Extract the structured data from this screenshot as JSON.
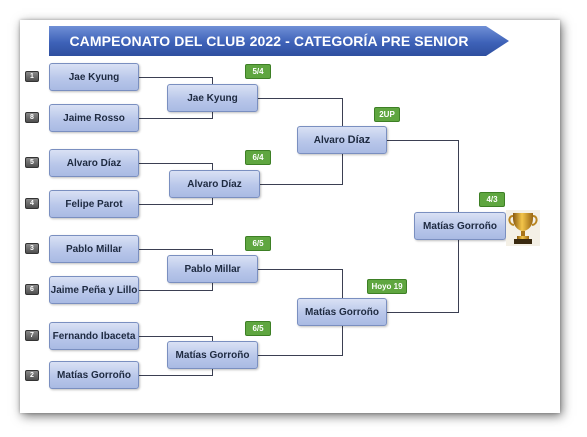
{
  "title": "CAMPEONATO DEL CLUB 2022 - CATEGORÍA PRE SENIOR",
  "round1": [
    {
      "seed": "1",
      "name": "Jae Kyung"
    },
    {
      "seed": "8",
      "name": "Jaime Rosso"
    },
    {
      "seed": "5",
      "name": "Alvaro Díaz"
    },
    {
      "seed": "4",
      "name": "Felipe Parot"
    },
    {
      "seed": "3",
      "name": "Pablo Millar"
    },
    {
      "seed": "6",
      "name": "Jaime Peña y Lillo"
    },
    {
      "seed": "7",
      "name": "Fernando Ibaceta"
    },
    {
      "seed": "2",
      "name": "Matías Gorroño"
    }
  ],
  "quarterfinals": [
    {
      "name": "Jae Kyung",
      "score": "5/4"
    },
    {
      "name": "Alvaro Díaz",
      "score": "6/4"
    },
    {
      "name": "Pablo Millar",
      "score": "6/5"
    },
    {
      "name": "Matías Gorroño",
      "score": "6/5"
    }
  ],
  "semifinals": [
    {
      "name_first": "Alvaro ",
      "name_last": "Díaz",
      "score": "2UP"
    },
    {
      "name": "Matías Gorroño",
      "score": "Hoyo 19"
    }
  ],
  "final": {
    "name": "Matías Gorroño",
    "score": "4/3"
  },
  "icons": {
    "trophy": "trophy-icon"
  },
  "colors": {
    "banner": "#3e62b8",
    "score_badge": "#5fa640",
    "player_box": "#b9c7ea",
    "seed_badge": "#5a5a5a"
  }
}
